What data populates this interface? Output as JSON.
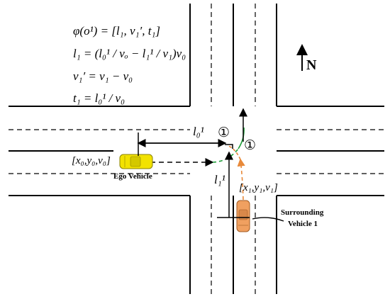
{
  "equations": {
    "phi": "φ(o¹) = [l₁, v₁′, t₁]",
    "l1": "l₁ = (l₀¹ / vₒ − l₁¹ / v₁)v₀",
    "v1": "v₁′ = v₁ − v₀",
    "t1": "t₁ = l₀¹ / v₀"
  },
  "labels": {
    "north": "N",
    "ego_vehicle": "Ego Vehicle",
    "surrounding_vehicle_line1": "Surrounding",
    "surrounding_vehicle_line2": "Vehicle 1",
    "ego_state": "[x₀,y₀,v₀]",
    "surr_state": "[x₁,y₁,v₁]",
    "dist_l0": "l₀¹",
    "dist_l1": "l₁¹",
    "conflict_marker_1": "①",
    "conflict_marker_2": "①"
  },
  "colors": {
    "road": "#000000",
    "ego_car": "#f2e200",
    "surr_car": "#f0a060",
    "surr_path": "#e8893a",
    "ego_path": "#1f9e3a"
  }
}
